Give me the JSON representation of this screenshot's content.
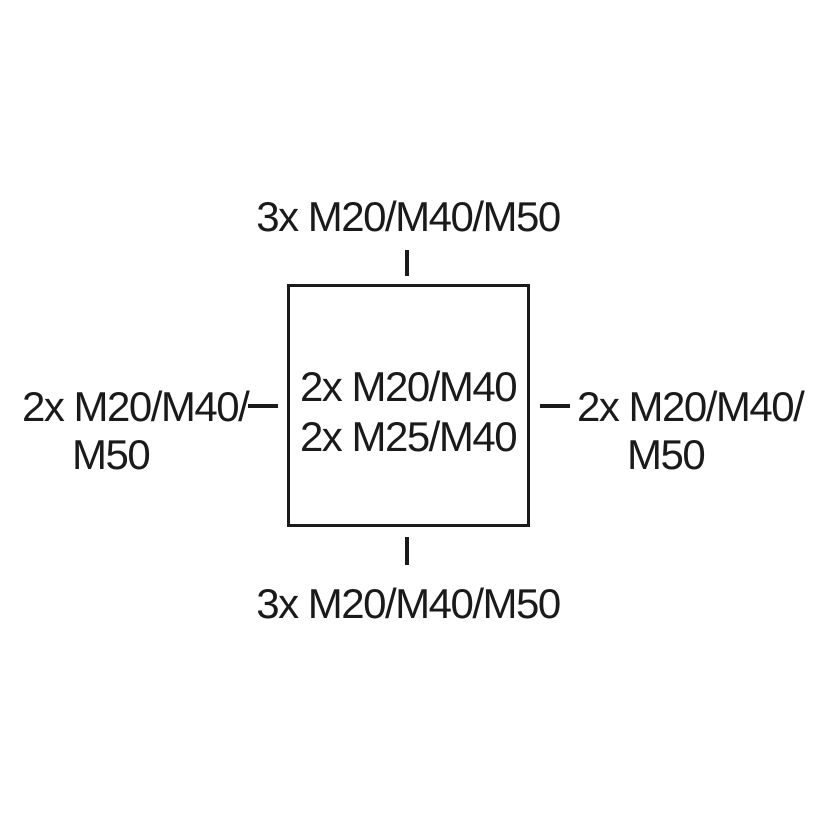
{
  "diagram": {
    "description": "Cable entry layout diagram of a square enclosure",
    "colors": {
      "ink": "#1a1a1a",
      "background": "#ffffff"
    },
    "top_entry": {
      "label": "3x M20/M40/M50"
    },
    "bottom_entry": {
      "label": "3x M20/M40/M50"
    },
    "left_entry": {
      "line1": "2x M20/M40/",
      "line2": "M50"
    },
    "right_entry": {
      "line1": "2x M20/M40/",
      "line2": "M50"
    },
    "box_entries": {
      "line1": "2x M20/M40",
      "line2": "2x M25/M40"
    }
  }
}
